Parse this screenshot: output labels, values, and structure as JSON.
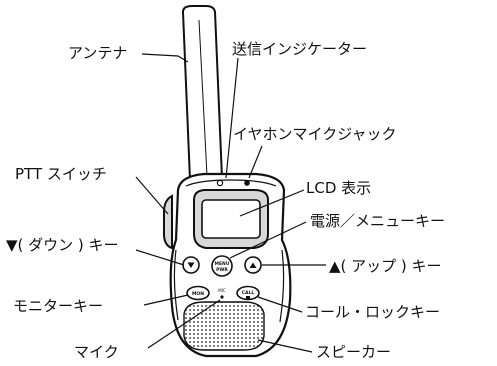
{
  "labels": {
    "antenna": "アンテナ",
    "transmit_indicator": "送信インジケーター",
    "earphone_jack": "イヤホンマイクジャック",
    "ptt_switch": "PTT スイッチ",
    "lcd_display": "LCD 表示",
    "power_menu_key": "電源／メニューキー",
    "down_key": "▼( ダウン ) キー",
    "up_key": "▲( アップ ) キー",
    "monitor_key": "モニターキー",
    "call_lock_key": "コール・ロックキー",
    "microphone": "マイク",
    "speaker": "スピーカー"
  },
  "device_marks": {
    "menu_button_line1": "MENU",
    "menu_button_line2": "PWR",
    "mon_button": "MON",
    "call_button": "CALL",
    "mic_mark": "MIC"
  },
  "colors": {
    "ink": "#111111",
    "body": "#ffffff",
    "shading": "#d8d8d8"
  }
}
